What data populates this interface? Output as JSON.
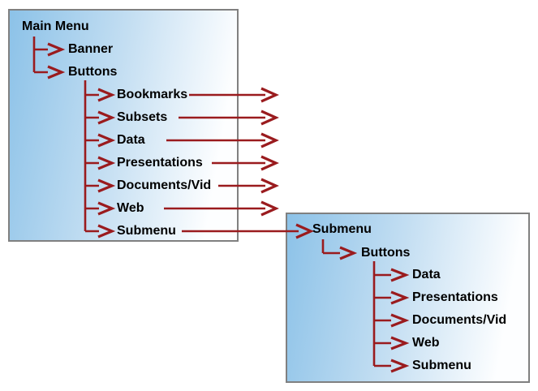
{
  "panels": {
    "main": {
      "title": "Main Menu",
      "level1": [
        "Banner",
        "Buttons"
      ],
      "level2": [
        "Bookmarks",
        "Subsets",
        "Data",
        "Presentations",
        "Documents/Vid",
        "Web",
        "Submenu"
      ]
    },
    "sub": {
      "title": "Submenu",
      "level1": [
        "Buttons"
      ],
      "level2": [
        "Data",
        "Presentations",
        "Documents/Vid",
        "Web",
        "Submenu"
      ]
    }
  },
  "colors": {
    "arrow": "#9A1B1E",
    "panel_border": "#808080",
    "panel_fill_start": "#8CC2E8",
    "panel_fill_end": "#FDFEFF",
    "text": "#000000"
  }
}
